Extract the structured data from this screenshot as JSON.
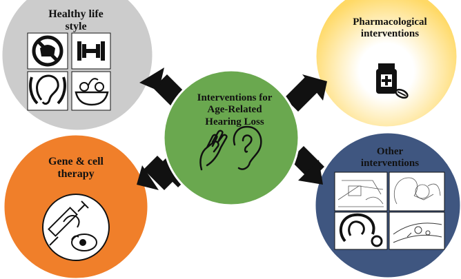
{
  "nodes": {
    "center": {
      "title": "Interventions for Age-Related Hearing Loss",
      "lines": [
        "Interventions for",
        "Age-Related",
        "Hearing Loss"
      ]
    },
    "top_left": {
      "title": "Healthy life style",
      "lines": [
        "Healthy life",
        "style"
      ]
    },
    "top_right": {
      "title": "Pharmacological interventions",
      "lines": [
        "Pharmacological",
        "interventions"
      ]
    },
    "bottom_left": {
      "title": "Gene & cell therapy",
      "lines": [
        "Gene & cell",
        "therapy"
      ]
    },
    "bottom_right": {
      "title": "Other interventions",
      "lines": [
        "Other",
        "interventions"
      ]
    }
  },
  "icons": {
    "top_left": [
      "no-junk-food-icon",
      "dumbbell-icon",
      "protected-ear-icon",
      "fruit-bowl-icon"
    ],
    "top_right": [
      "medicine-bottle-icon"
    ],
    "bottom_left": [
      "syringe-dna-cell-icon"
    ],
    "bottom_right": [
      "cochlear-implant-diagram-icon",
      "ear-anatomy-diagram-icon",
      "hearing-aid-device-icon",
      "cochlea-cross-section-icon"
    ],
    "center": [
      "hand-to-ear-icon"
    ]
  },
  "colors": {
    "center": "#6aa84f",
    "top_left": "#c9c9c9",
    "top_right": "#ffd966",
    "bottom_left": "#f07f2a",
    "bottom_right": "#3f5680",
    "arrow": "#111111"
  }
}
